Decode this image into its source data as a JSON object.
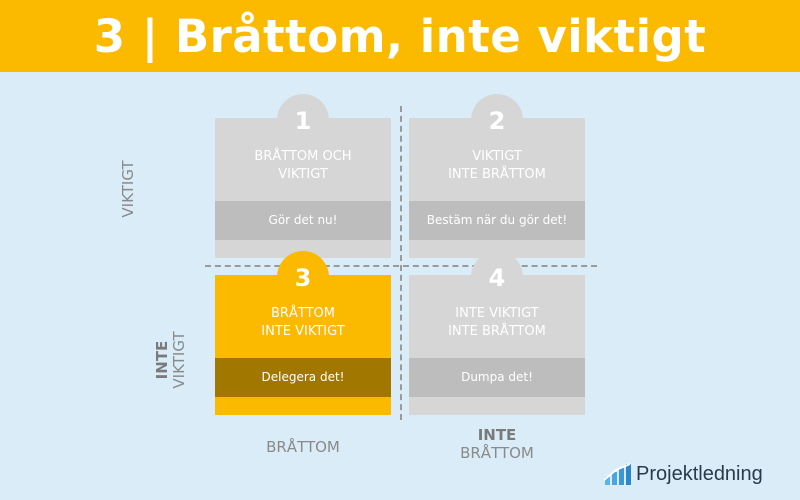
{
  "header": {
    "title": "3 | Bråttom, inte viktigt"
  },
  "quadrants": [
    {
      "number": "1",
      "title_line1": "BRÅTTOM OCH",
      "title_line2": "VIKTIGT",
      "action": "Gör det nu!"
    },
    {
      "number": "2",
      "title_line1": "VIKTIGT",
      "title_line2": "INTE BRÅTTOM",
      "action": "Bestäm när du gör det!"
    },
    {
      "number": "3",
      "title_line1": "BRÅTTOM",
      "title_line2": "INTE VIKTIGT",
      "action": "Delegera det!"
    },
    {
      "number": "4",
      "title_line1": "INTE VIKTIGT",
      "title_line2": "INTE BRÅTTOM",
      "action": "Dumpa det!"
    }
  ],
  "highlighted_quadrant": "3",
  "axes": {
    "y_top": "VIKTIGT",
    "y_bottom_bold": "INTE",
    "y_bottom": "VIKTIGT",
    "x_left": "BRÅTTOM",
    "x_right_bold": "INTE",
    "x_right": "BRÅTTOM"
  },
  "colors": {
    "accent": "#fbb900",
    "accent_dark": "#a27700",
    "background": "#d9ecf7",
    "quad_gray": "#d6d6d6",
    "bar_gray": "#bdbdbd"
  },
  "logo": {
    "text": "Projektledning"
  }
}
